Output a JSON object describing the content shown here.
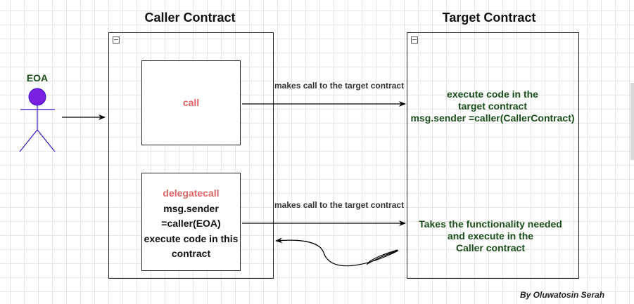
{
  "titles": {
    "caller": "Caller Contract",
    "target": "Target Contract"
  },
  "actor": {
    "label": "EOA",
    "head_color": "#7b1fe0",
    "stroke_color": "#3b14c8"
  },
  "caller_boxes": {
    "call": {
      "label": "call"
    },
    "delegatecall": {
      "label": "delegatecall",
      "lines": [
        "msg.sender",
        "=caller(EOA)",
        "execute code in this",
        "contract"
      ]
    }
  },
  "edges": {
    "call_label": "makes call to the target contract",
    "delegatecall_label": "makes call to the target contract"
  },
  "target_texts": {
    "call_result": [
      "execute code in the",
      "target contract",
      "msg.sender =caller(CallerContract)"
    ],
    "delegatecall_result": [
      "Takes the functionality needed",
      "and execute in the",
      "Caller contract"
    ]
  },
  "credit": "By Oluwatosin Serah",
  "colors": {
    "call_text": "#e06666",
    "target_text": "#1a4d1a",
    "label_text": "#333333"
  }
}
